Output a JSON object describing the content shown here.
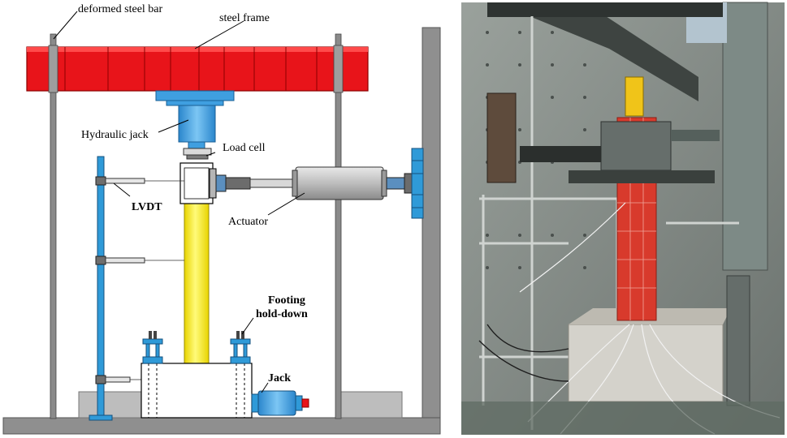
{
  "labels": {
    "deformed_steel_bar": "deformed steel bar",
    "steel_frame": "steel frame",
    "hydraulic_jack": "Hydraulic jack",
    "load_cell": "Load cell",
    "lvdt": "LVDT",
    "actuator": "Actuator",
    "footing_line1": "Footing",
    "footing_line2": "hold-down",
    "jack": "Jack"
  },
  "colors": {
    "frame_red": "#e8141a",
    "hydraulic_blue": "#3f9fe0",
    "lvdt_stand_blue": "#2f9ad8",
    "column_yellow": "#f8f24a",
    "ground_gray": "#8f8f8f",
    "actuator_gray": "#c9c9c9",
    "photo_column_red": "#d83a2c"
  },
  "photo": {
    "description_icon": "test-setup-photo"
  }
}
